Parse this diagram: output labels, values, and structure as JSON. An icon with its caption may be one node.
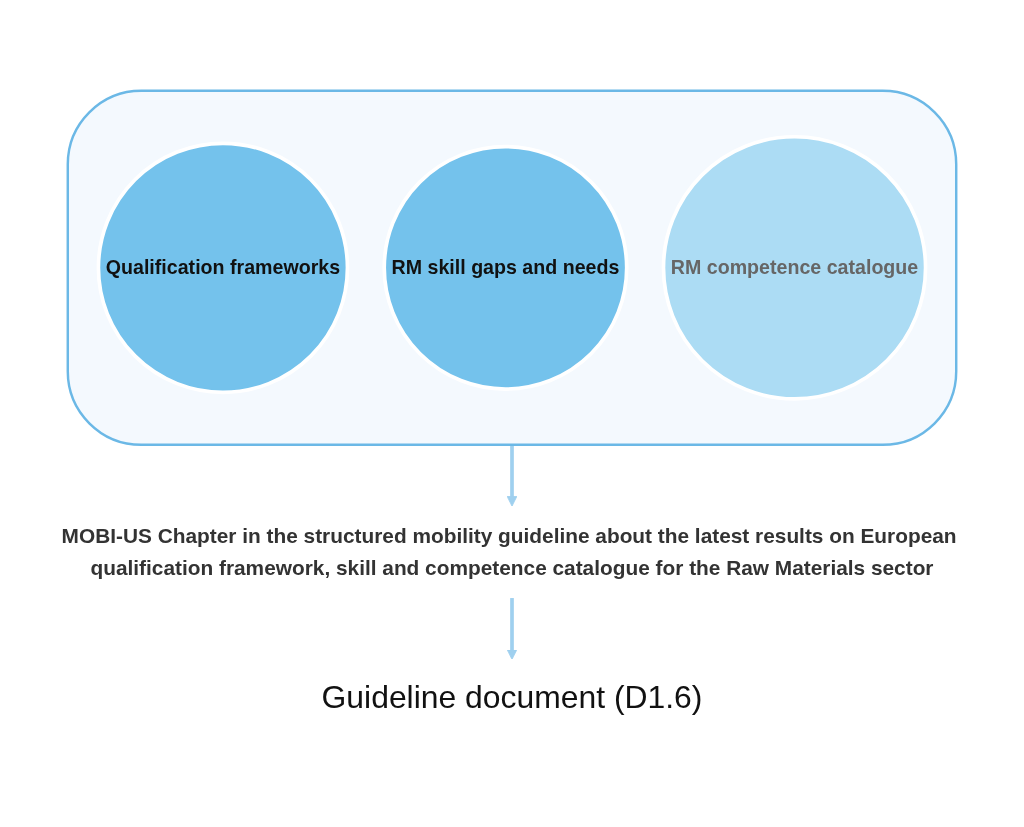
{
  "diagram": {
    "nodes": [
      {
        "text": [],
        "shape": "funnel"
      },
      {
        "text": [
          "Qualification frameworks"
        ],
        "in": 0
      },
      {
        "text": [
          "RM skill gaps and needs"
        ],
        "in": 0
      },
      {
        "text": [
          "RM competence catalogue"
        ],
        "in": 0
      },
      {
        "text": [
          "MOBI-US Chapter in the structured mobility guideline about the latest results on European qualification framework, skill and competence catalogue for the Raw Materials sector"
        ]
      },
      {
        "text": [
          "Guideline document (D1.6)"
        ]
      }
    ],
    "edges": [
      {
        "from": 0,
        "to": 4,
        "arrow": "to"
      },
      {
        "from": 4,
        "to": 5,
        "arrow": "to"
      }
    ]
  }
}
